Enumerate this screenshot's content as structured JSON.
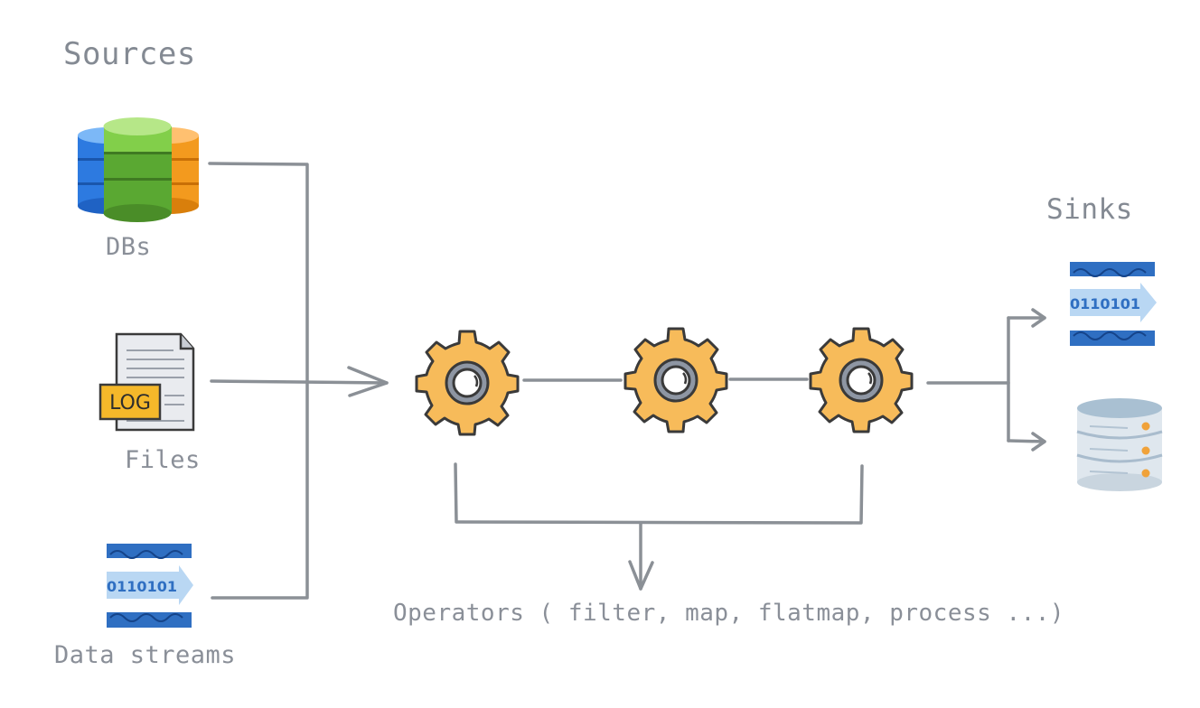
{
  "sources": {
    "title": "Sources",
    "items": [
      {
        "label": "DBs",
        "icon": "database-stack-icon"
      },
      {
        "label": "Files",
        "icon": "log-file-icon",
        "badge": "LOG"
      },
      {
        "label": "Data streams",
        "icon": "data-stream-icon",
        "bits": "0110101"
      }
    ]
  },
  "operators": {
    "caption": "Operators ( filter, map, flatmap, process ...)",
    "count": 3,
    "icon": "gear-icon"
  },
  "sinks": {
    "title": "Sinks",
    "items": [
      {
        "icon": "data-stream-icon",
        "bits": "0110101"
      },
      {
        "icon": "server-icon"
      }
    ]
  },
  "colors": {
    "line": "#8b9096",
    "text": "#8a8f98",
    "gear_fill": "#f7bb5a",
    "gear_stroke": "#3a3a3a",
    "stream_blue": "#2f6fc2",
    "stream_light": "#b9d7f3",
    "db_blue": "#2d7ae0",
    "db_green": "#5aa832",
    "db_orange": "#f39a1e"
  }
}
